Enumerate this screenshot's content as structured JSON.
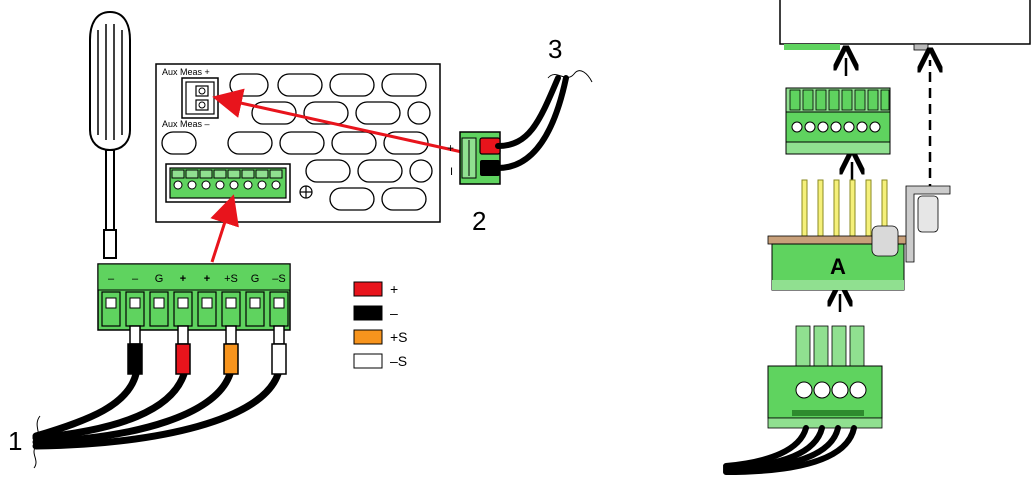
{
  "panel": {
    "aux_meas_plus_label": "Aux Meas +",
    "aux_meas_minus_label": "Aux Meas –"
  },
  "connector_small": {
    "plus_label": "+",
    "minus_label": "I"
  },
  "terminal_block": {
    "pin_labels": [
      "–",
      "–",
      "G",
      "+",
      "+",
      "+S",
      "G",
      "–S"
    ]
  },
  "legend": {
    "items": [
      {
        "label": "+",
        "color": "#e8141c"
      },
      {
        "label": "–",
        "color": "#000000"
      },
      {
        "label": "+S",
        "color": "#f7941d"
      },
      {
        "label": "–S",
        "color": "#ffffff"
      }
    ]
  },
  "callouts": {
    "one": "1",
    "two": "2",
    "three": "3",
    "a": "A"
  },
  "colors": {
    "connector_green": "#5fd35f",
    "connector_dark": "#2e8b2e",
    "arrow_red": "#e8141c",
    "pin_yellow": "#f5f07a",
    "board_tan": "#c8a07a",
    "light_green": "#90e090"
  }
}
